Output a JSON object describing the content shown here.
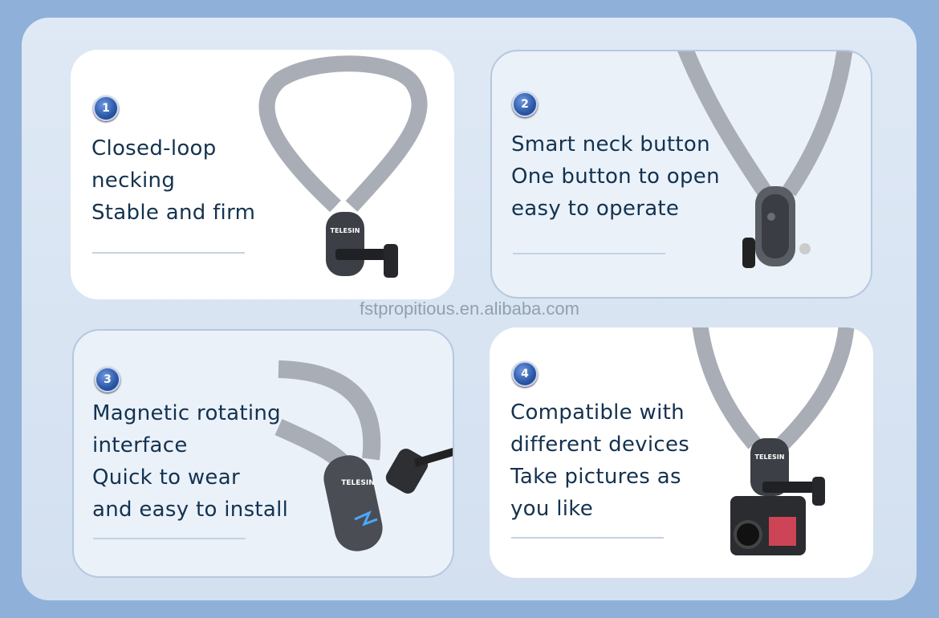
{
  "features": [
    {
      "number": "1",
      "lines": [
        "Closed-loop",
        "necking",
        "Stable and firm"
      ]
    },
    {
      "number": "2",
      "lines": [
        "Smart neck button",
        "One button to open",
        "easy  to operate"
      ]
    },
    {
      "number": "3",
      "lines": [
        "Magnetic rotating",
        "interface",
        "Quick to wear",
        "and easy to install"
      ]
    },
    {
      "number": "4",
      "lines": [
        "Compatible with",
        "different devices",
        "Take pictures as",
        "you like"
      ]
    }
  ],
  "brand": "TELESIN",
  "watermark": "fstpropitious.en.alibaba.com"
}
